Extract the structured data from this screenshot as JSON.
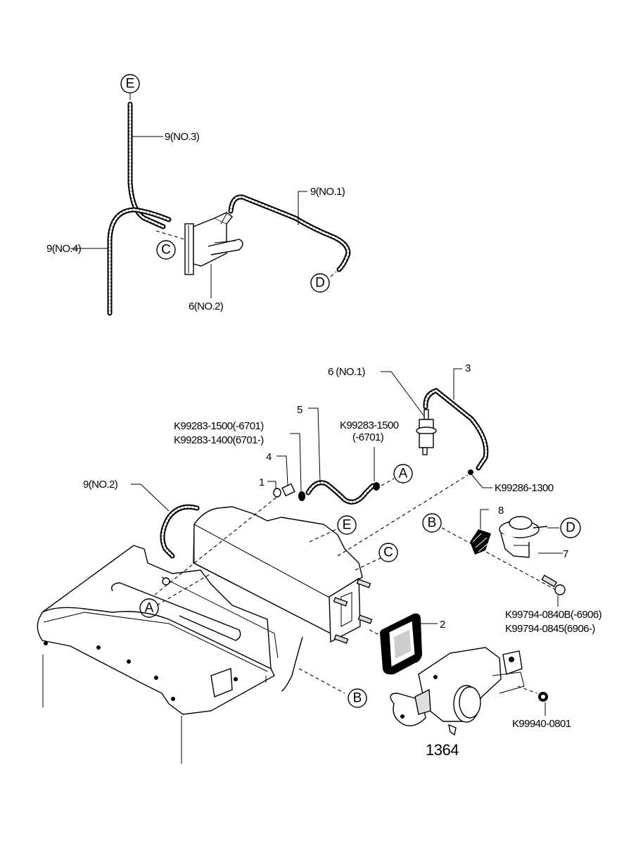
{
  "diagram": {
    "type": "exploded-parts-diagram",
    "subject": "Intake manifold vacuum hoses and throttle body",
    "callout_circles": {
      "E_top": "E",
      "C_top": "C",
      "D_top": "D",
      "A_right": "A",
      "E_mid": "E",
      "C_mid": "C",
      "B_right": "B",
      "D_right": "D",
      "A_left": "A",
      "B_bottom": "B"
    },
    "labels": {
      "hose_no3": "9(NO.3)",
      "hose_no1": "9(NO.1)",
      "hose_no4": "9(NO.4)",
      "solenoid_no2": "6(NO.2)",
      "solenoid_no1": "6 (NO.1)",
      "hose_3": "3",
      "hose_5": "5",
      "clamp_a_line1": "K99283-1500(-6701)",
      "clamp_a_line2": "K99283-1400(6701-)",
      "clamp_b_line1": "K99283-1500",
      "clamp_b_line2": "(-6701)",
      "part_4": "4",
      "part_1": "1",
      "hose_no2": "9(NO.2)",
      "clamp_c": "K99286-1300",
      "part_8": "8",
      "part_7": "7",
      "bolt_line1": "K99794-0840B(-6906)",
      "bolt_line2": "K99794-0845(6906-)",
      "gasket_2": "2",
      "nut": "K99940-0801",
      "throttle_body": "1364"
    }
  }
}
